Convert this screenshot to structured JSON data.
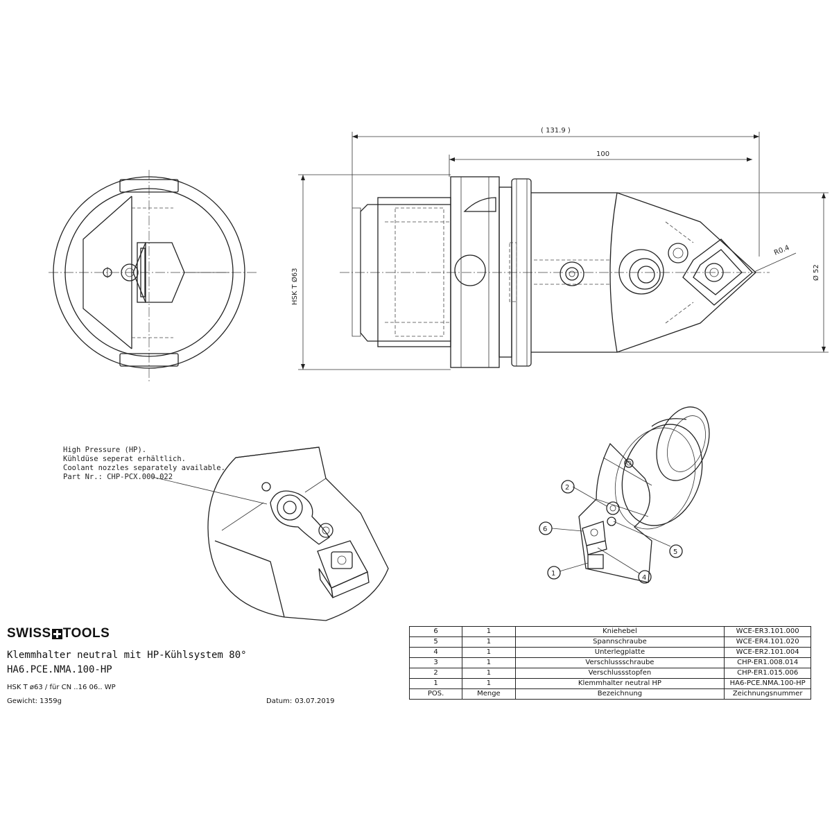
{
  "dimensions": {
    "overall_length": "( 131.9 )",
    "length": "100",
    "hsk_label": "HSK T Ø63",
    "diameter": "Ø 52",
    "radius": "R0.4"
  },
  "hp_note": {
    "line1": "High Pressure (HP).",
    "line2": "Kühldüse seperat erhältlich.",
    "line3": "Coolant nozzles separately available.",
    "line4": "Part Nr.: CHP-PCX.000.022"
  },
  "callouts": [
    "1",
    "2",
    "4",
    "5",
    "6"
  ],
  "brand": {
    "left": "SWISS",
    "right": "TOOLS",
    "logo_icon": "swiss-cross-icon"
  },
  "title": {
    "line1": "Klemmhalter neutral mit HP-Kühlsystem 80°",
    "line2": "HA6.PCE.NMA.100-HP"
  },
  "info": {
    "spec": "HSK T ø63 / für CN ..16 06.. WP",
    "weight": "Gewicht: 1359g",
    "date_label": "Datum:",
    "date_value": "03.07.2019"
  },
  "bom": {
    "rows": [
      {
        "pos": "6",
        "qty": "1",
        "name": "Kniehebel",
        "number": "WCE-ER3.101.000"
      },
      {
        "pos": "5",
        "qty": "1",
        "name": "Spannschraube",
        "number": "WCE-ER4.101.020"
      },
      {
        "pos": "4",
        "qty": "1",
        "name": "Unterlegplatte",
        "number": "WCE-ER2.101.004"
      },
      {
        "pos": "3",
        "qty": "1",
        "name": "Verschlussschraube",
        "number": "CHP-ER1.008.014"
      },
      {
        "pos": "2",
        "qty": "1",
        "name": "Verschlussstopfen",
        "number": "CHP-ER1.015.006"
      },
      {
        "pos": "1",
        "qty": "1",
        "name": "Klemmhalter neutral HP",
        "number": "HA6-PCE.NMA.100-HP"
      }
    ],
    "header": {
      "pos": "POS.",
      "qty": "Menge",
      "name": "Bezeichnung",
      "number": "Zeichnungsnummer"
    }
  }
}
